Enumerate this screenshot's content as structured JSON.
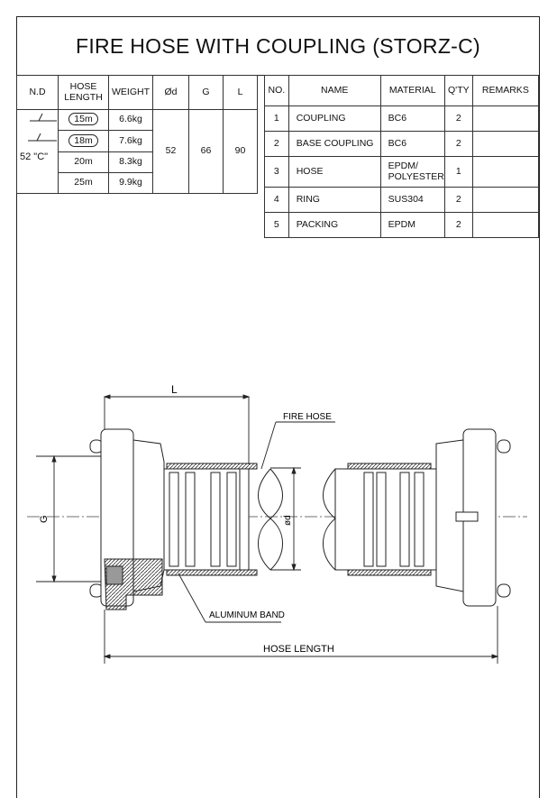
{
  "title": "FIRE HOSE WITH COUPLING (STORZ-C)",
  "spec_table": {
    "headers": [
      "N.D",
      "HOSE\nLENGTH",
      "WEIGHT",
      "Ød",
      "G",
      "L"
    ],
    "nd_value": "52 \"C\"",
    "rows": [
      {
        "length": "15m",
        "weight": "6.6kg",
        "circled": true
      },
      {
        "length": "18m",
        "weight": "7.6kg",
        "circled": true
      },
      {
        "length": "20m",
        "weight": "8.3kg",
        "circled": false
      },
      {
        "length": "25m",
        "weight": "9.9kg",
        "circled": false
      }
    ],
    "d": "52",
    "g": "66",
    "l": "90"
  },
  "parts_table": {
    "headers": [
      "NO.",
      "NAME",
      "MATERIAL",
      "Q'TY",
      "REMARKS"
    ],
    "rows": [
      {
        "no": "1",
        "name": "COUPLING",
        "material": "BC6",
        "qty": "2",
        "remarks": ""
      },
      {
        "no": "2",
        "name": "BASE COUPLING",
        "material": "BC6",
        "qty": "2",
        "remarks": ""
      },
      {
        "no": "3",
        "name": "HOSE",
        "material": "EPDM/\nPOLYESTER",
        "qty": "1",
        "remarks": ""
      },
      {
        "no": "4",
        "name": "RING",
        "material": "SUS304",
        "qty": "2",
        "remarks": ""
      },
      {
        "no": "5",
        "name": "PACKING",
        "material": "EPDM",
        "qty": "2",
        "remarks": ""
      }
    ]
  },
  "drawing": {
    "label_l": "L",
    "label_fire_hose": "FIRE HOSE",
    "label_g": "G",
    "label_d": "ød",
    "label_aluminum_band": "ALUMINUM BAND",
    "label_hose_length": "HOSE LENGTH"
  }
}
